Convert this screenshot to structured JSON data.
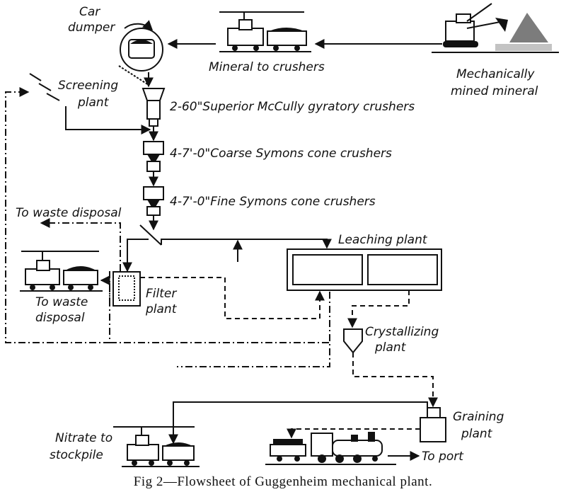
{
  "labels": {
    "car_dumper": [
      "Car",
      "dumper"
    ],
    "mineral_to_crushers": "Mineral to crushers",
    "mechanically_mined": [
      "Mechanically",
      "mined mineral"
    ],
    "screening_plant": [
      "Screening",
      "plant"
    ],
    "gyratory_crushers": "2-60\"Superior McCully gyratory crushers",
    "coarse_cone_crushers": "4-7'-0\"Coarse Symons cone crushers",
    "fine_cone_crushers": "4-7'-0\"Fine Symons cone crushers",
    "to_waste_disposal_top": "To waste disposal",
    "leaching_plant": "Leaching plant",
    "to_waste_disposal_car": [
      "To waste",
      "disposal"
    ],
    "filter_plant": [
      "Filter",
      "plant"
    ],
    "crystallizing_plant": [
      "Crystallizing",
      "plant"
    ],
    "graining_plant": [
      "Graining",
      "plant"
    ],
    "nitrate_to_stockpile": [
      "Nitrate to",
      "stockpile"
    ],
    "to_port": "To port"
  },
  "caption": "Fig 2—Flowsheet of Guggenheim mechanical plant."
}
